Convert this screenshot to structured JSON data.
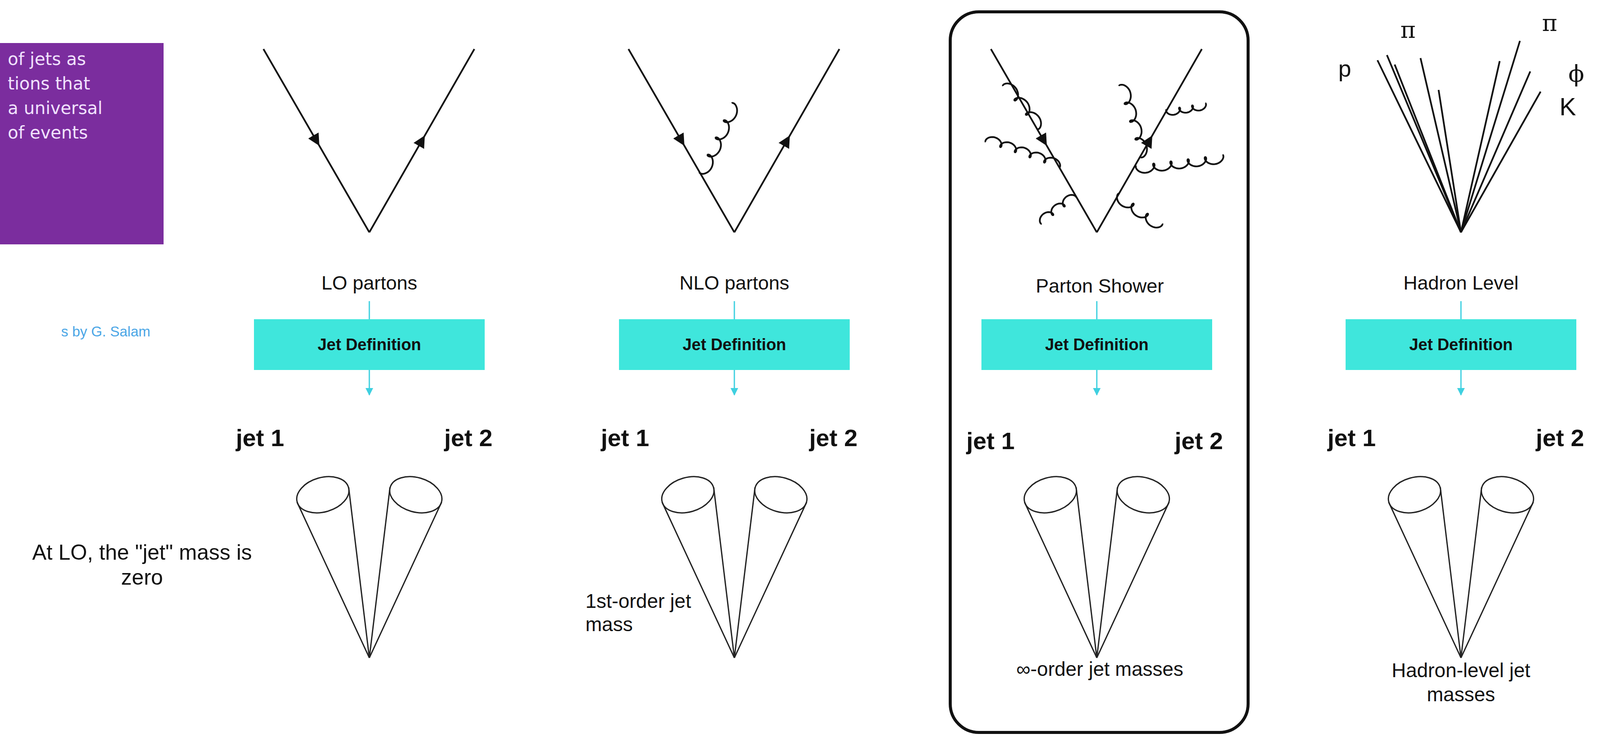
{
  "diagram": {
    "nodes": [
      {
        "text": [
          "of jets as",
          "tions that",
          "a universal",
          "of events"
        ]
      },
      {
        "text": [
          "Jet Definition"
        ]
      },
      {
        "text": [
          "Jet Definition"
        ]
      },
      {
        "text": [
          "Parton Shower",
          "jet 1",
          "jet 2",
          "∞-order jet masses"
        ]
      },
      {
        "text": [
          "Jet Definition"
        ],
        "in": 3
      },
      {
        "text": [
          "Jet Definition"
        ]
      }
    ],
    "labels": [
      "s by G. Salam",
      "LO partons",
      "jet 1",
      "jet 2",
      "At LO, the \"jet\" mass is zero",
      "NLO partons",
      "jet 1",
      "jet 2",
      "1st-order jet mass",
      "p",
      "π",
      "π",
      "ϕ",
      "K",
      "Hadron Level",
      "jet 1",
      "jet 2",
      "Hadron-level jet masses"
    ]
  }
}
